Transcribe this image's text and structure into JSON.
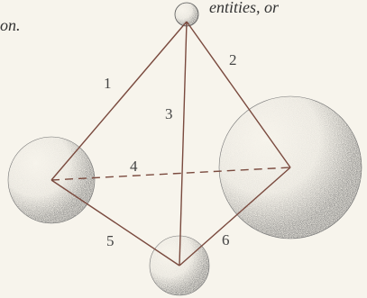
{
  "caption": {
    "line1": "entities, or",
    "line2": "on."
  },
  "diagram": {
    "edges": [
      {
        "label": "1"
      },
      {
        "label": "2"
      },
      {
        "label": "3"
      },
      {
        "label": "4"
      },
      {
        "label": "5"
      },
      {
        "label": "6"
      }
    ],
    "colors": {
      "line": "#7a4a3e",
      "stipple": "#2a2a2a",
      "background": "#f7f4ec"
    }
  }
}
